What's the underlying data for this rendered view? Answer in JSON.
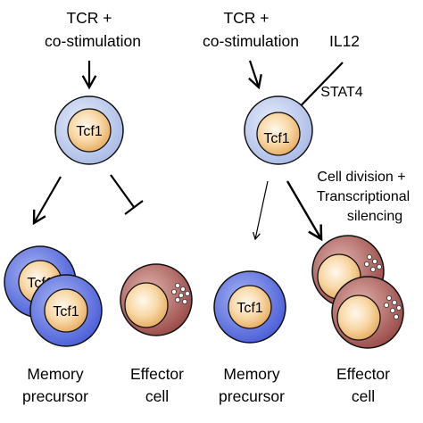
{
  "left_panel": {
    "stimulus_line1": "TCR +",
    "stimulus_line2": "co-stimulation",
    "cell_label": "Tcf1",
    "outcome_memory": {
      "line1": "Memory",
      "line2": "precursor",
      "cell_labels": [
        "Tcf1",
        "Tcf1"
      ]
    },
    "outcome_effector": {
      "line1": "Effector",
      "line2": "cell"
    }
  },
  "right_panel": {
    "stimulus_line1": "TCR +",
    "stimulus_line2": "co-stimulation",
    "cytokine": "IL12",
    "signal": "STAT4",
    "cell_label": "Tcf1",
    "process_line1": "Cell division +",
    "process_line2": "Transcriptional",
    "process_line3": "silencing",
    "outcome_memory": {
      "line1": "Memory",
      "line2": "precursor",
      "cell_label": "Tcf1"
    },
    "outcome_effector": {
      "line1": "Effector",
      "line2": "cell"
    }
  },
  "colors": {
    "naive_outer": "#b9c8ea",
    "memory_outer": "#5f73df",
    "effector_outer": "#a35a56",
    "nucleus": "#f5c98a",
    "granule": "#ffffff"
  }
}
